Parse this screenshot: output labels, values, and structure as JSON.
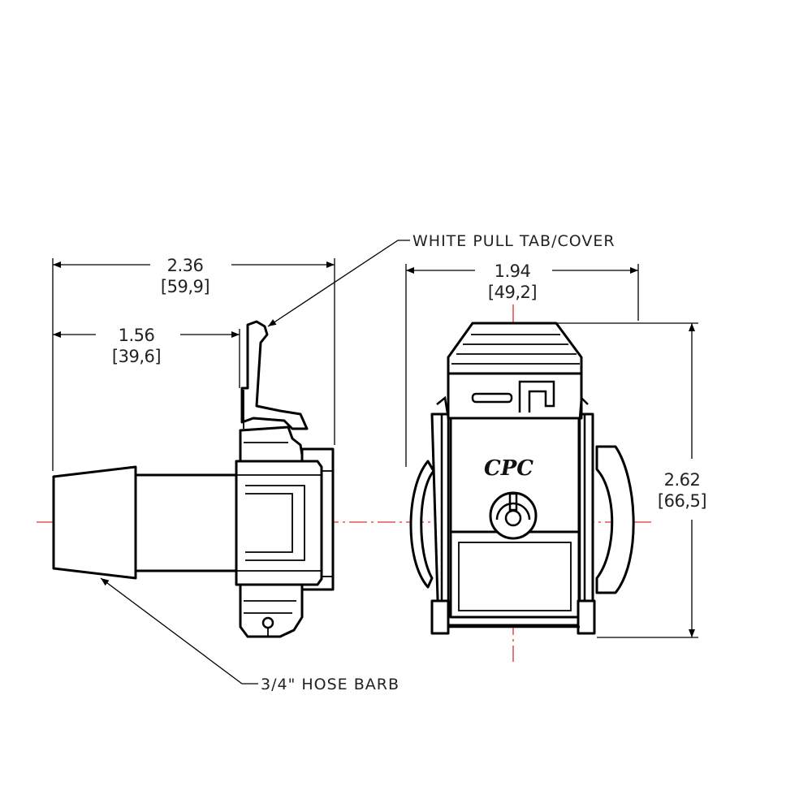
{
  "callouts": {
    "pull_tab": "WHITE PULL TAB/COVER",
    "hose_barb": "3/4\" HOSE BARB"
  },
  "dimensions": {
    "overall_length": {
      "in": "2.36",
      "mm": "[59,9]"
    },
    "barb_length": {
      "in": "1.56",
      "mm": "[39,6]"
    },
    "width": {
      "in": "1.94",
      "mm": "[49,2]"
    },
    "height": {
      "in": "2.62",
      "mm": "[66,5]"
    }
  },
  "logo": "CPC",
  "colors": {
    "line": "#000000",
    "centerline": "#e03030",
    "background": "#ffffff"
  }
}
